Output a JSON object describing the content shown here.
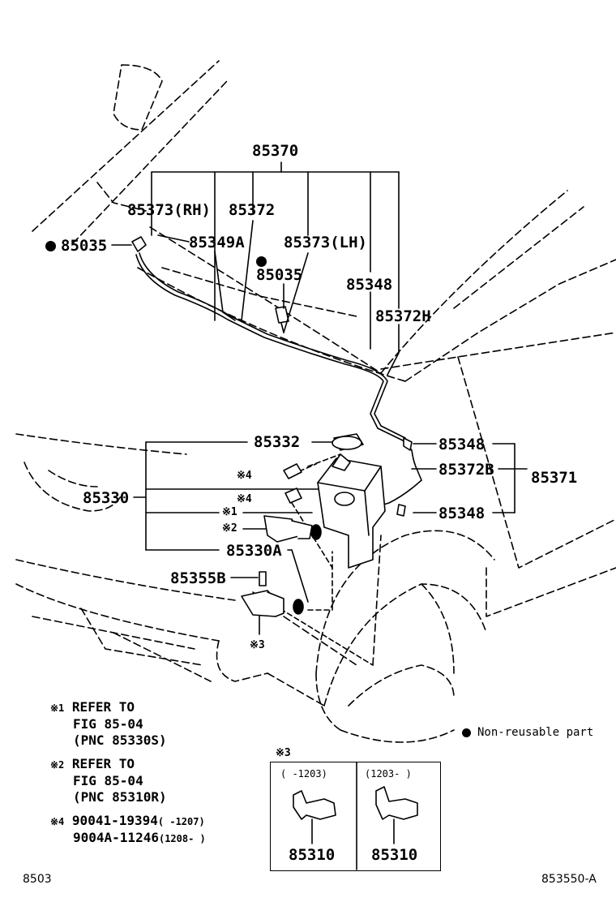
{
  "labels": {
    "group_85370": "85370",
    "part_85373_rh": "85373(RH)",
    "part_85372": "85372",
    "part_85349a": "85349A",
    "part_85373_lh": "85373(LH)",
    "part_85035_left": "85035",
    "part_85035_mid": "85035",
    "part_85348_top": "85348",
    "part_85372h": "85372H",
    "part_85332": "85332",
    "part_85348_a": "85348",
    "part_85372b": "85372B",
    "group_85371": "85371",
    "part_85348_b": "85348",
    "note_mark_4a": "※4",
    "note_mark_4b": "※4",
    "group_85330": "85330",
    "note_mark_1": "※1",
    "note_mark_2": "※2",
    "part_85330a": "85330A",
    "part_85355b": "85355B",
    "note_mark_3": "※3"
  },
  "notes": {
    "n1_mark": "※1",
    "n1_line1": "REFER TO",
    "n1_line2": "FIG 85-04",
    "n1_line3": "(PNC 85330S)",
    "n2_mark": "※2",
    "n2_line1": "REFER TO",
    "n2_line2": "FIG 85-04",
    "n2_line3": "(PNC 85310R)",
    "n4_mark": "※4",
    "n4_part1": "90041-19394",
    "n4_range1": "(    -1207)",
    "n4_part2": "9004A-11246",
    "n4_range2": "(1208-    )"
  },
  "legend": {
    "text": "Non-reusable part"
  },
  "inset": {
    "mark": "※3",
    "left_range": "(   -1203)",
    "right_range": "(1203-   )",
    "left_part": "85310",
    "right_part": "85310"
  },
  "footer": {
    "left": "8503",
    "right": "853550-A"
  }
}
